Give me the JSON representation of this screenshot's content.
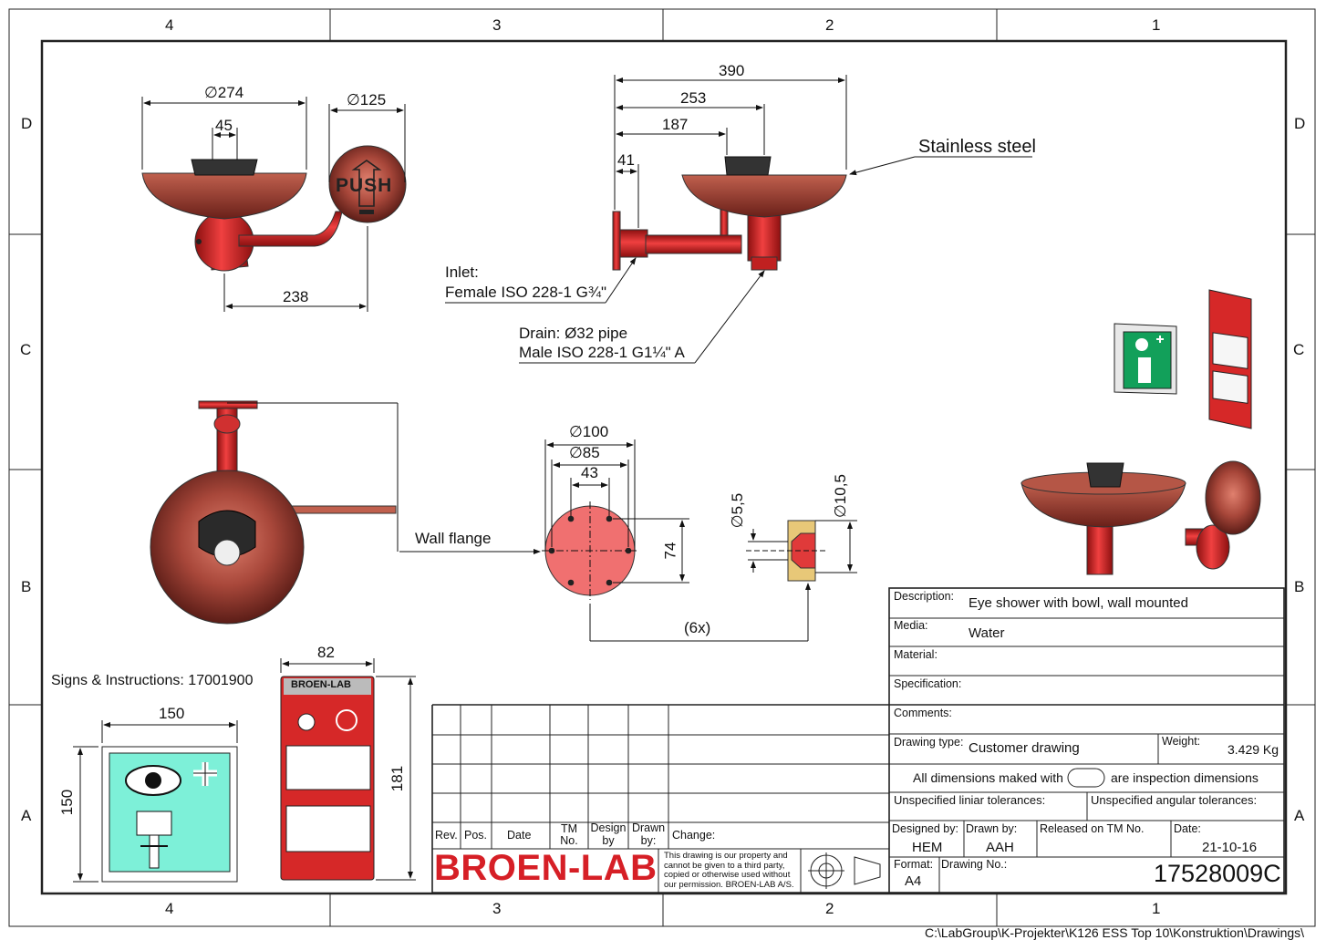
{
  "zones": {
    "columns": [
      "4",
      "3",
      "2",
      "1"
    ],
    "rows": [
      "D",
      "C",
      "B",
      "A"
    ]
  },
  "views": {
    "front": {
      "bowl_dia": "∅274",
      "nozzle": "45",
      "push_dia": "∅125",
      "push_text": "PUSH",
      "offset": "238"
    },
    "side": {
      "d390": "390",
      "d253": "253",
      "d187": "187",
      "d41": "41",
      "material_callout": "Stainless steel",
      "inlet_line1": "Inlet:",
      "inlet_line2": "Female ISO 228-1 G¾\"",
      "drain_line1": "Drain: Ø32 pipe",
      "drain_line2": "Male ISO 228-1 G1¼\" A"
    },
    "flange": {
      "label": "Wall flange",
      "d100": "∅100",
      "d85": "∅85",
      "d43": "43",
      "d74": "74",
      "hole_small": "∅5,5",
      "hole_large": "∅10,5",
      "count": "(6x)"
    },
    "signs": {
      "title": "Signs & Instructions: 17001900",
      "w150": "150",
      "h150": "150",
      "w82": "82",
      "h181": "181",
      "brand": "BROEN-LAB"
    }
  },
  "title_block": {
    "description_cap": "Description:",
    "description": "Eye shower  with bowl, wall mounted",
    "media_cap": "Media:",
    "media": "Water",
    "material_cap": "Material:",
    "specification_cap": "Specification:",
    "comments_cap": "Comments:",
    "drawing_type_cap": "Drawing type:",
    "drawing_type": "Customer drawing",
    "weight_cap": "Weight:",
    "weight": "3.429 Kg",
    "inspection_pre": "All dimensions maked with",
    "inspection_post": "are inspection dimensions",
    "linear_tol": "Unspecified liniar tolerances:",
    "angular_tol": "Unspecified angular tolerances:",
    "designed_by_cap": "Designed by:",
    "designed_by": "HEM",
    "drawn_by_cap": "Drawn by:",
    "drawn_by": "AAH",
    "released_cap": "Released on TM No.",
    "date_cap": "Date:",
    "date": "21-10-16",
    "format_cap": "Format:",
    "format": "A4",
    "drawing_no_cap": "Drawing No.:",
    "drawing_no": "17528009C",
    "rev_headers": [
      "Rev.",
      "Pos.",
      "Date",
      "TM No.",
      "Design by",
      "Drawn by:",
      "Change:"
    ],
    "logo": "BROEN-LAB",
    "notice": "This drawing is our property and cannot be given to a third party, copied or otherwise used without our permission.  BROEN-LAB A/S."
  },
  "file_path": "C:\\LabGroup\\K-Projekter\\K126 ESS Top 10\\Konstruktion\\Drawings\\"
}
